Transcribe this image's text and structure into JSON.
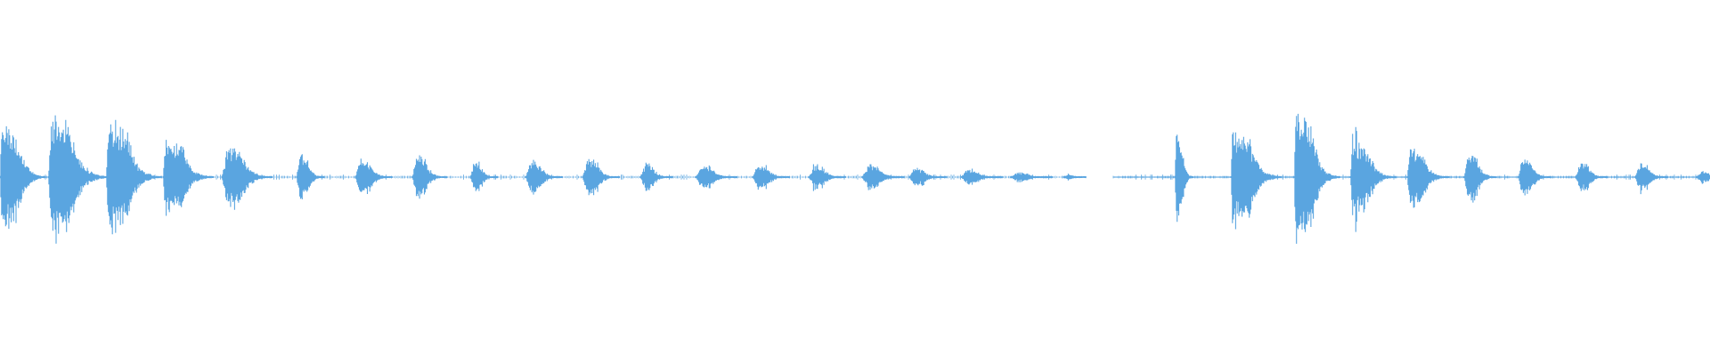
{
  "waveform": {
    "color": "#5aa5e0",
    "background": "#ffffff",
    "gap_start_s": 12.1,
    "gap_end_s": 12.5,
    "duration_s": 19.2,
    "bursts": [
      {
        "t": 0.0,
        "amp": 0.82,
        "len": 0.2,
        "attack": 0.12
      },
      {
        "t": 0.54,
        "amp": 0.95,
        "len": 0.26,
        "attack": 0.18
      },
      {
        "t": 1.19,
        "amp": 0.88,
        "len": 0.24,
        "attack": 0.14
      },
      {
        "t": 1.83,
        "amp": 0.62,
        "len": 0.22,
        "attack": 0.15
      },
      {
        "t": 2.49,
        "amp": 0.53,
        "len": 0.22,
        "attack": 0.35
      },
      {
        "t": 3.33,
        "amp": 0.38,
        "len": 0.12,
        "attack": 0.35
      },
      {
        "t": 3.99,
        "amp": 0.31,
        "len": 0.16,
        "attack": 0.4
      },
      {
        "t": 4.63,
        "amp": 0.33,
        "len": 0.15,
        "attack": 0.35
      },
      {
        "t": 5.28,
        "amp": 0.25,
        "len": 0.12,
        "attack": 0.4
      },
      {
        "t": 5.9,
        "amp": 0.27,
        "len": 0.16,
        "attack": 0.45
      },
      {
        "t": 6.54,
        "amp": 0.31,
        "len": 0.16,
        "attack": 0.4
      },
      {
        "t": 7.19,
        "amp": 0.23,
        "len": 0.14,
        "attack": 0.45
      },
      {
        "t": 7.81,
        "amp": 0.19,
        "len": 0.18,
        "attack": 0.45
      },
      {
        "t": 8.45,
        "amp": 0.22,
        "len": 0.16,
        "attack": 0.45
      },
      {
        "t": 9.08,
        "amp": 0.2,
        "len": 0.16,
        "attack": 0.45
      },
      {
        "t": 9.68,
        "amp": 0.23,
        "len": 0.18,
        "attack": 0.45
      },
      {
        "t": 10.21,
        "amp": 0.15,
        "len": 0.16,
        "attack": 0.4
      },
      {
        "t": 10.79,
        "amp": 0.13,
        "len": 0.18,
        "attack": 0.45
      },
      {
        "t": 11.35,
        "amp": 0.08,
        "len": 0.18,
        "attack": 0.45
      },
      {
        "t": 11.94,
        "amp": 0.05,
        "len": 0.1,
        "attack": 0.45
      },
      {
        "t": 13.19,
        "amp": 0.68,
        "len": 0.08,
        "attack": 0.08
      },
      {
        "t": 13.82,
        "amp": 0.78,
        "len": 0.22,
        "attack": 0.1
      },
      {
        "t": 14.53,
        "amp": 1.0,
        "len": 0.2,
        "attack": 0.1
      },
      {
        "t": 15.16,
        "amp": 0.59,
        "len": 0.2,
        "attack": 0.12
      },
      {
        "t": 15.8,
        "amp": 0.47,
        "len": 0.18,
        "attack": 0.2
      },
      {
        "t": 16.44,
        "amp": 0.45,
        "len": 0.14,
        "attack": 0.4
      },
      {
        "t": 17.05,
        "amp": 0.35,
        "len": 0.14,
        "attack": 0.35
      },
      {
        "t": 17.69,
        "amp": 0.26,
        "len": 0.14,
        "attack": 0.45
      },
      {
        "t": 18.36,
        "amp": 0.24,
        "len": 0.14,
        "attack": 0.45
      },
      {
        "t": 19.05,
        "amp": 0.1,
        "len": 0.12,
        "attack": 0.45
      }
    ]
  }
}
